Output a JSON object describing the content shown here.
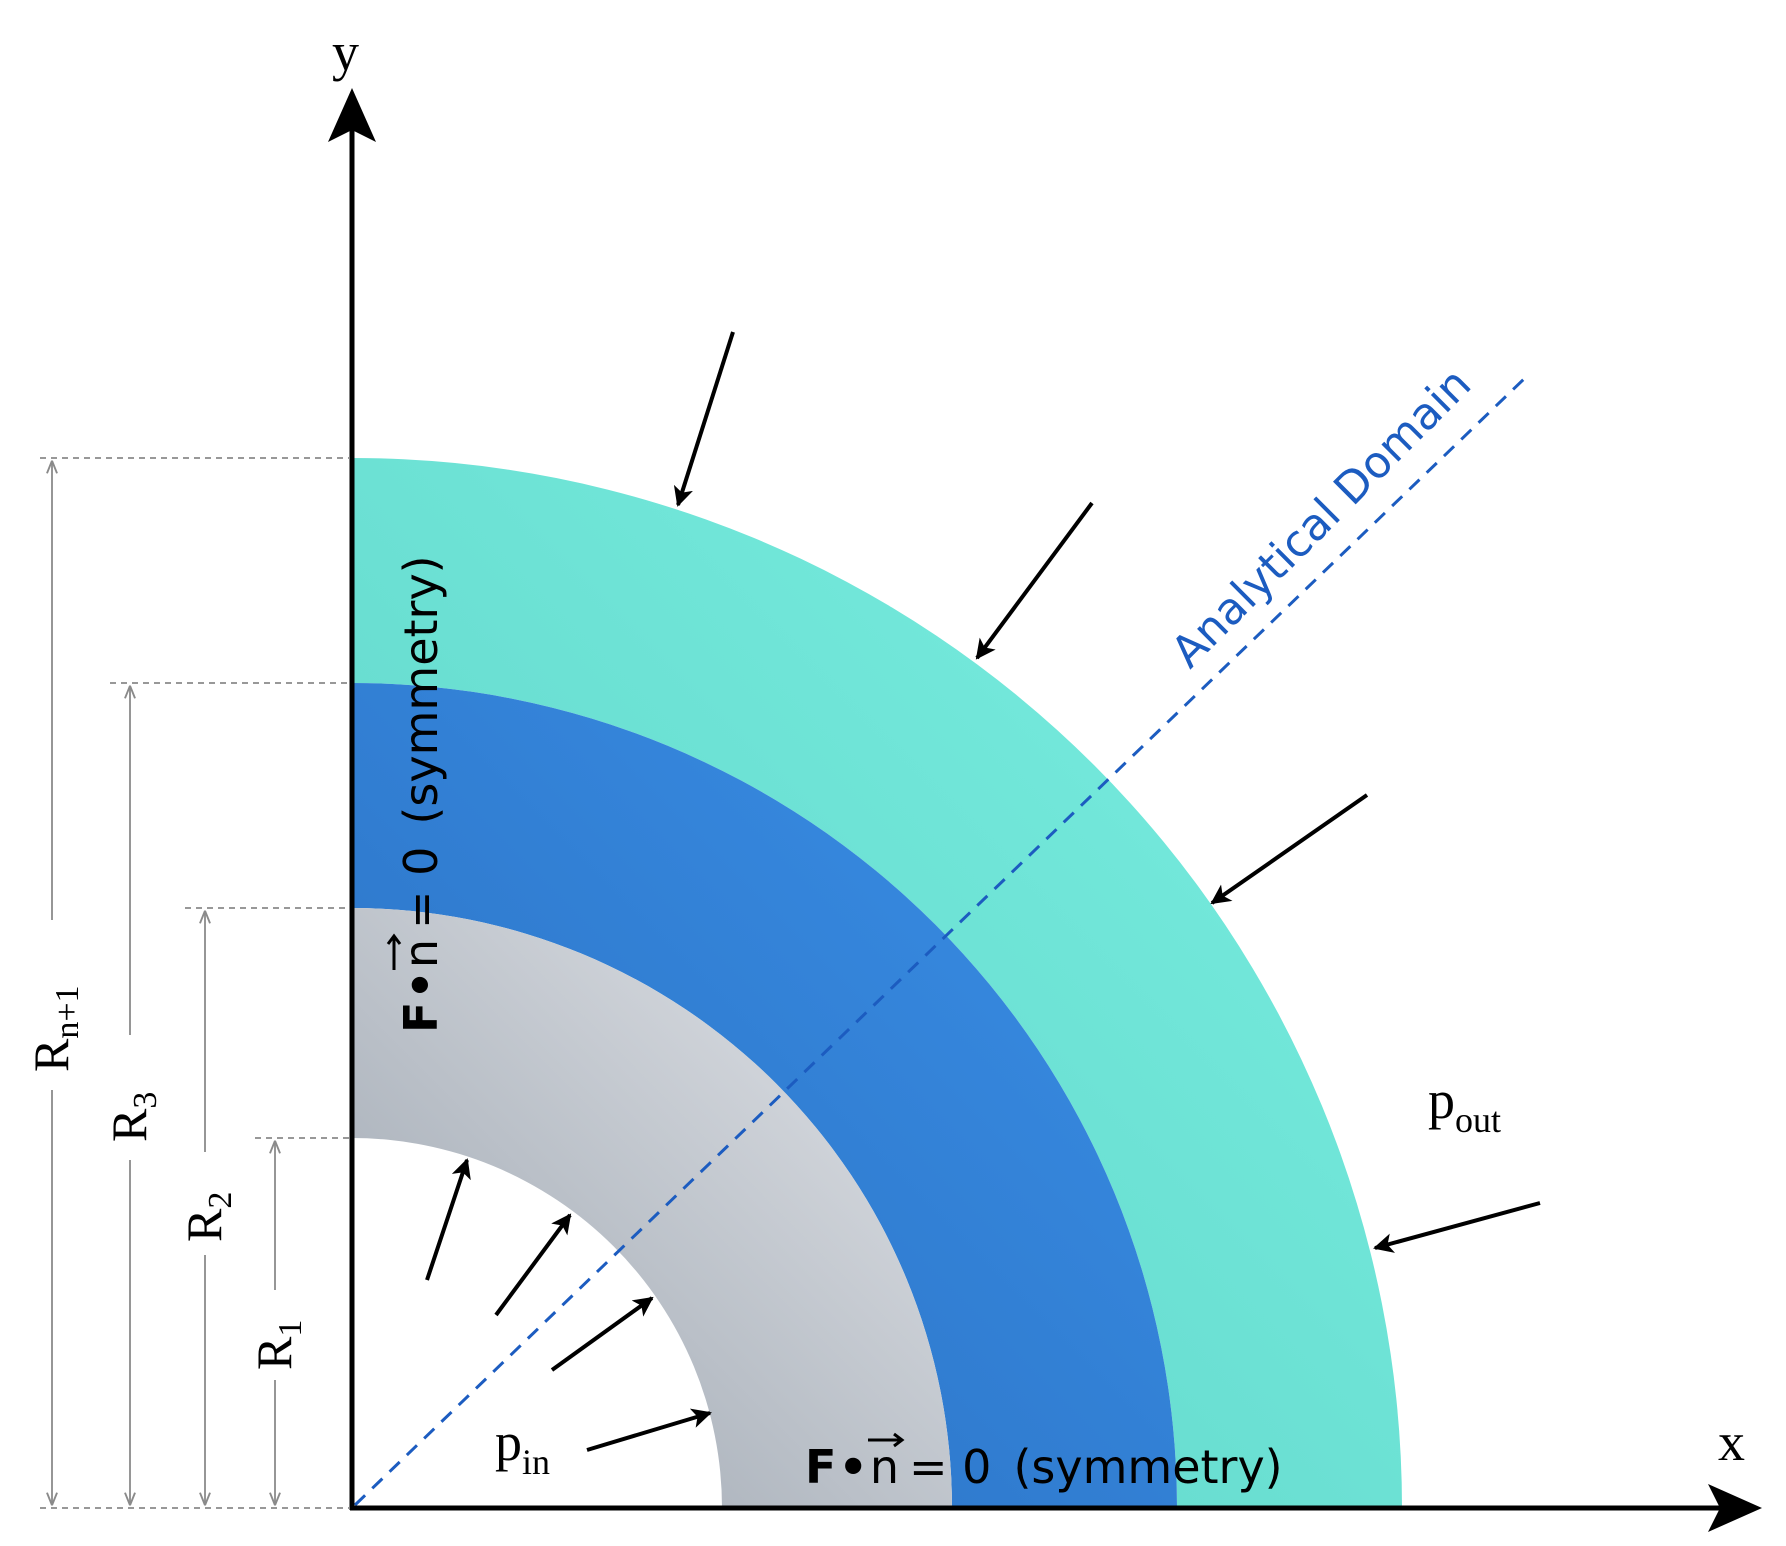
{
  "axes": {
    "x_label": "x",
    "y_label": "y"
  },
  "radii": [
    {
      "base": "R",
      "sub": "1"
    },
    {
      "base": "R",
      "sub": "2"
    },
    {
      "base": "R",
      "sub": "3"
    },
    {
      "base": "R",
      "sub": "n+1"
    }
  ],
  "pressure_in": {
    "base": "p",
    "sub": "in"
  },
  "pressure_out": {
    "base": "p",
    "sub": "out"
  },
  "analytical_domain_label": "Analytical Domain",
  "boundary_condition": {
    "bold": "F",
    "dot": "•",
    "vector": "n",
    "equals": "= 0",
    "note": "(symmetry)"
  },
  "colors": {
    "layer_inner": "#bfc5cc",
    "layer_middle": "#2f83dc",
    "layer_outer": "#6fe6da",
    "domain_line": "#1c5cc0",
    "axis": "#000000",
    "dimension": "#999999"
  }
}
